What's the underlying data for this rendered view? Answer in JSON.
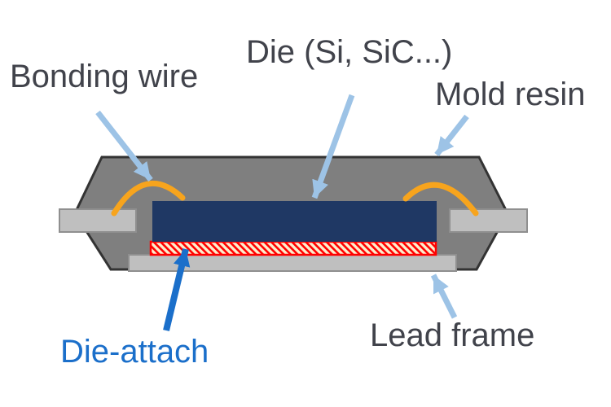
{
  "labels": {
    "bonding_wire": "Bonding wire",
    "die": "Die (Si, SiC...)",
    "mold_resin": "Mold resin",
    "die_attach": "Die-attach",
    "lead_frame": "Lead frame"
  },
  "colors": {
    "background": "#ffffff",
    "mold_gray": "#7f7f7f",
    "mold_border": "#333333",
    "die_navy": "#1f3864",
    "lead_gray": "#bfbfbf",
    "lead_border": "#8f8f8f",
    "wire_orange": "#f7a41d",
    "arrow_light_blue": "#9dc3e6",
    "die_attach_blue": "#1b6fca",
    "hatch_red": "#ff0000",
    "hatch_cream": "#fdeecd",
    "label_dark": "#41434b"
  }
}
